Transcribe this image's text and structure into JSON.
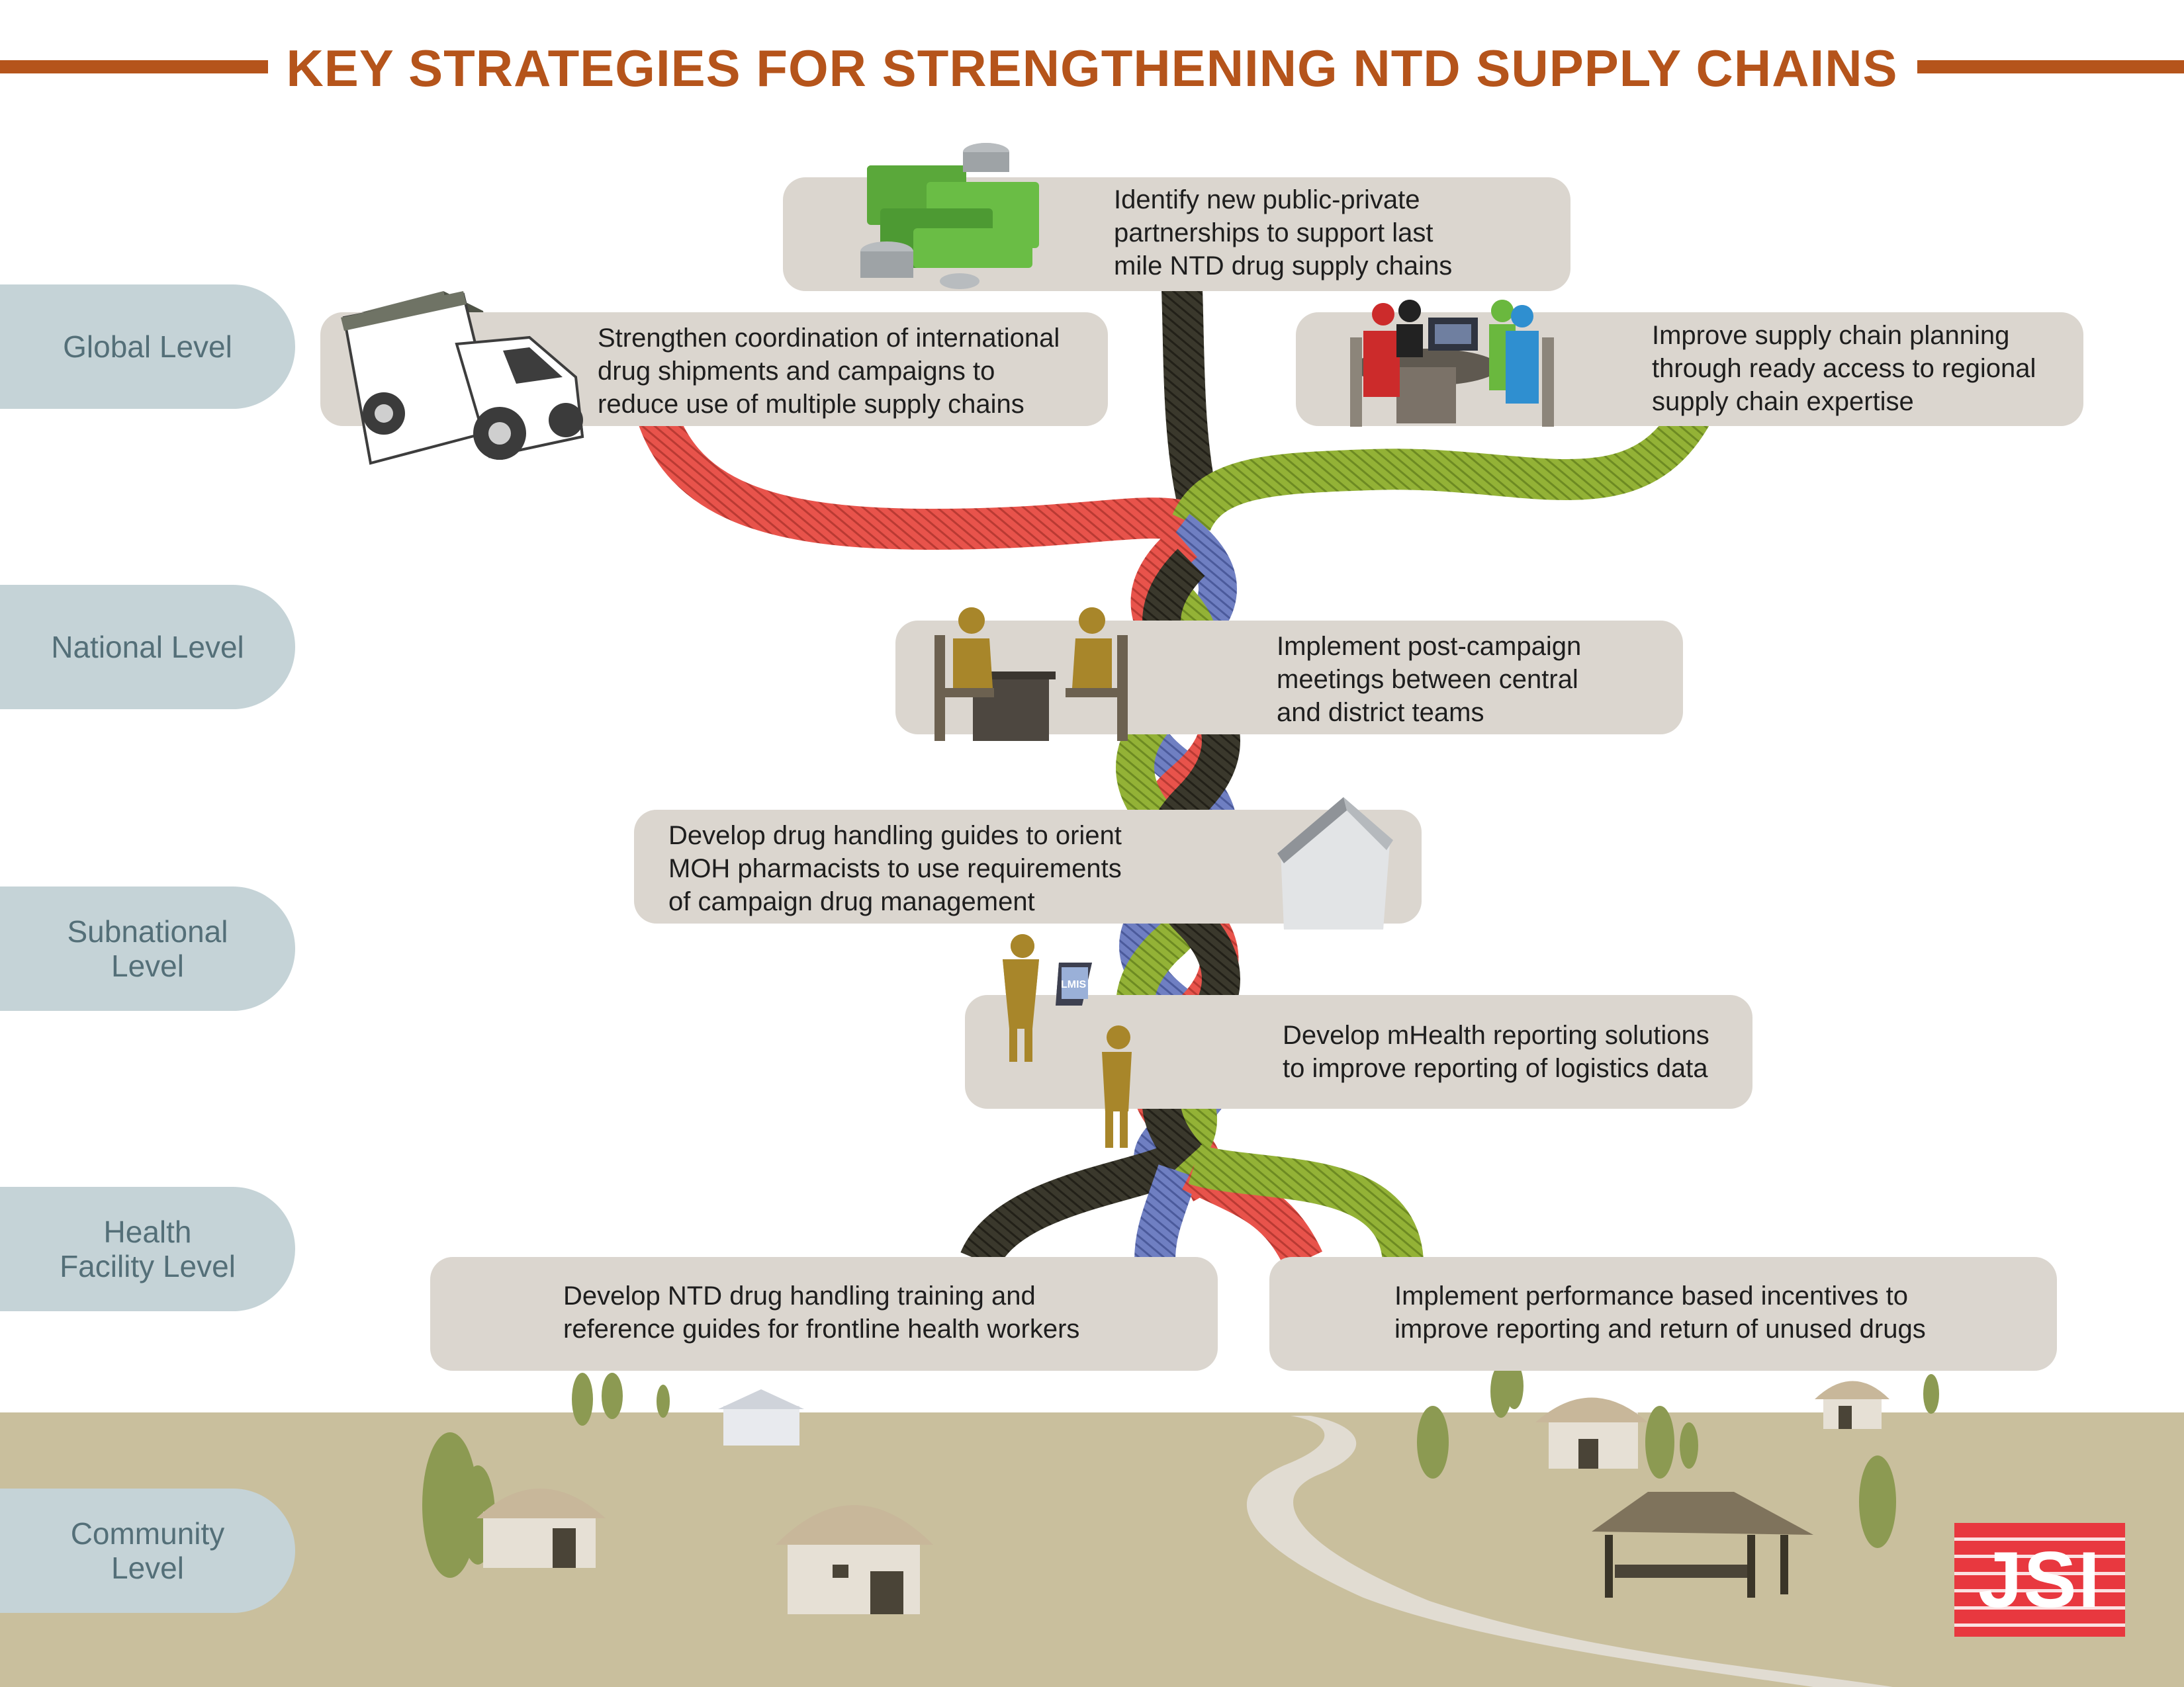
{
  "title": "KEY STRATEGIES FOR STRENGTHENING NTD SUPPLY CHAINS",
  "colors": {
    "accent": "#b5541b",
    "level_tab": "#c5d3d7",
    "level_text": "#546f78",
    "box": "#dbd6cf",
    "strand_black": "#3a382c",
    "strand_red": "#e8534b",
    "strand_blue": "#6f7fc2",
    "strand_green": "#93b236",
    "ground": "#c9bf9d",
    "logo_red": "#e8383f"
  },
  "levels": [
    {
      "line1": "Global Level",
      "line2": ""
    },
    {
      "line1": "National Level",
      "line2": ""
    },
    {
      "line1": "Subnational",
      "line2": "Level"
    },
    {
      "line1": "Health",
      "line2": "Facility Level"
    },
    {
      "line1": "Community",
      "line2": "Level"
    }
  ],
  "strategies": [
    {
      "icon": "money-icon",
      "lines": [
        "Identify new public-private",
        "partnerships to support last",
        "mile NTD drug supply chains"
      ]
    },
    {
      "icon": "truck-icon",
      "lines": [
        "Strengthen coordination of international",
        "drug shipments and campaigns to",
        "reduce use of multiple supply chains"
      ]
    },
    {
      "icon": "meeting-table-icon",
      "lines": [
        "Improve supply chain planning",
        "through ready access to regional",
        "supply chain expertise"
      ]
    },
    {
      "icon": "two-people-table-icon",
      "lines": [
        "Implement post-campaign",
        "meetings between central",
        "and district teams"
      ]
    },
    {
      "icon": "warehouse-icon",
      "lines": [
        "Develop drug handling guides to orient",
        "MOH pharmacists to use requirements",
        "of campaign drug management"
      ]
    },
    {
      "icon": "laptop-people-icon",
      "lines": [
        "Develop mHealth reporting solutions",
        "to improve reporting of logistics data"
      ]
    },
    {
      "icon": "",
      "lines": [
        "Develop NTD drug handling training and",
        "reference guides for frontline health workers"
      ]
    },
    {
      "icon": "",
      "lines": [
        "Implement performance based incentives to",
        "improve reporting and return of unused drugs"
      ]
    }
  ],
  "laptop_label": "LMIS",
  "logo": {
    "text": "JSI"
  }
}
